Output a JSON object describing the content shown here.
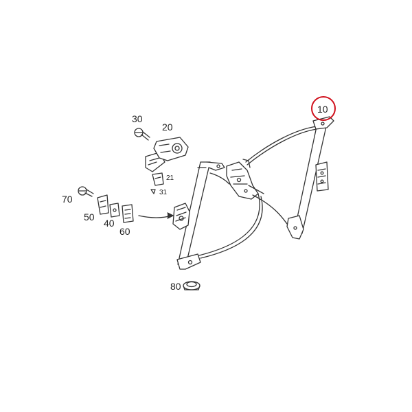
{
  "callouts": {
    "p10": "10",
    "p20": "20",
    "p21": "21",
    "p30": "30",
    "p31": "31",
    "p40": "40",
    "p50": "50",
    "p60": "60",
    "p70": "70",
    "p80": "80"
  },
  "highlighted_part": "10",
  "colors": {
    "line": "#333333",
    "highlight": "#d0101c",
    "background": "#ffffff"
  }
}
